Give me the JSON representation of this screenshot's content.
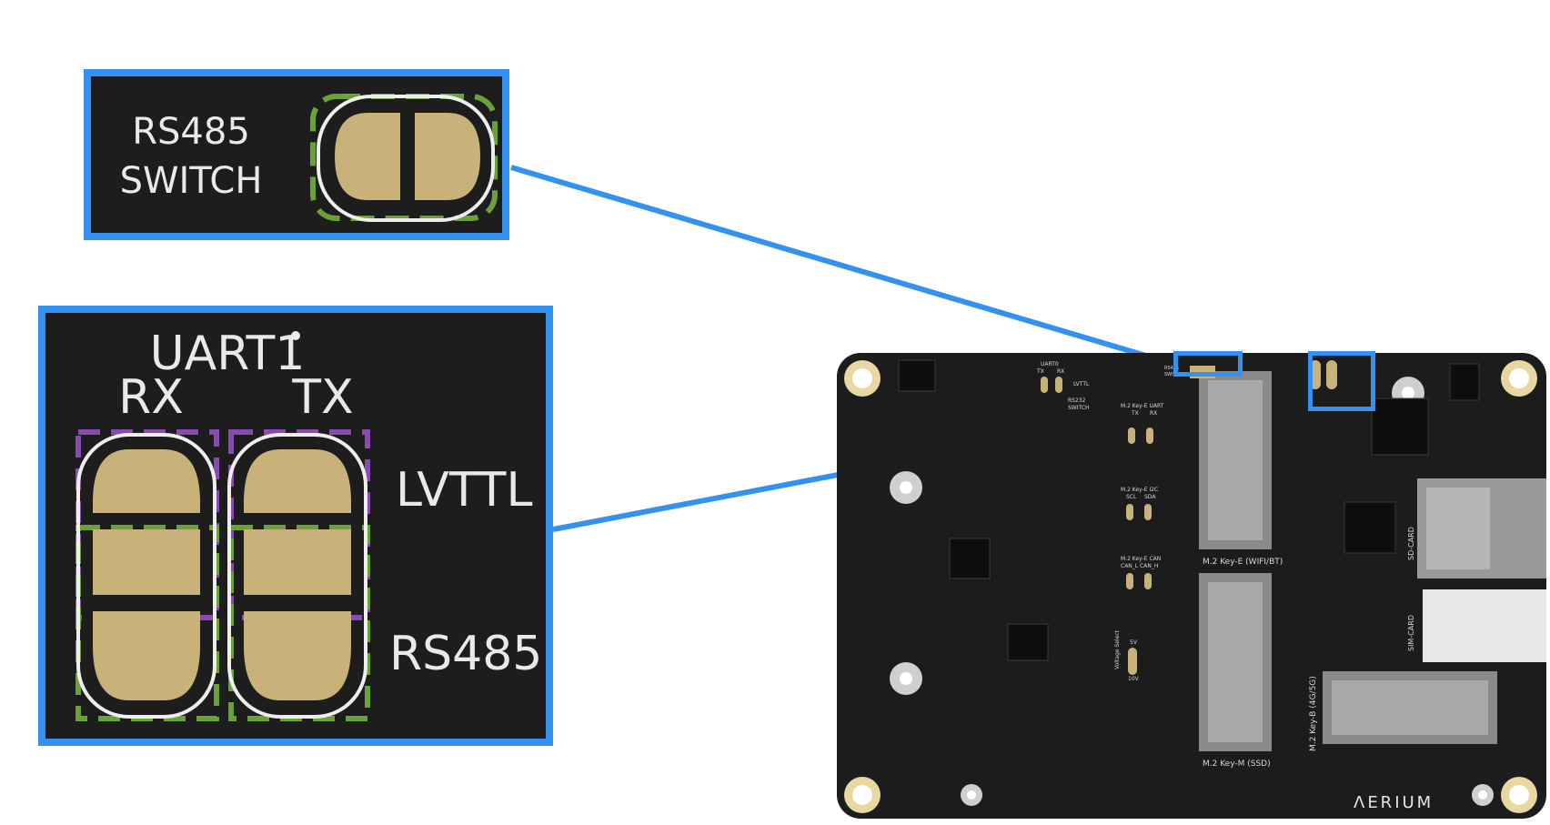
{
  "zoom_rs485": {
    "label_line1": "RS485",
    "label_line2": "SWITCH"
  },
  "zoom_uart": {
    "title": "UART1",
    "col_rx": "RX",
    "col_tx": "TX",
    "side_top": "LVTTL",
    "side_bottom": "RS485"
  },
  "board": {
    "brand": "ΛERIUM",
    "silk_rs485_switch_1": "RS485",
    "silk_rs485_switch_2": "SWITCH",
    "silk_uart0": "UART0",
    "silk_tx": "TX",
    "silk_rx": "RX",
    "silk_lvttl": "LVTTL",
    "silk_rs232_1": "RS232",
    "silk_rs232_2": "SWITCH",
    "silk_m2e_uart": "M.2 Key-E UART",
    "silk_m2e_uart_tx": "TX",
    "silk_m2e_uart_rx": "RX",
    "silk_m2e_i2c": "M.2 Key-E I2C",
    "silk_m2e_i2c_scl": "SCL",
    "silk_m2e_i2c_sda": "SDA",
    "silk_m2e_can": "M.2 Key-E CAN",
    "silk_m2e_can_pins": "CAN_L CAN_H",
    "silk_voltage_select": "Voltage Select",
    "silk_5v": "5V",
    "silk_10v": "10V",
    "silk_m2e_wifi": "M.2 Key-E (WIFI/BT)",
    "silk_m2m_ssd": "M.2 Key-M (SSD)",
    "silk_m2b": "M.2 Key-B (4G/5G)",
    "silk_sdcard": "SD-CARD",
    "silk_simcard": "SIM-CARD"
  },
  "colors": {
    "highlight": "#3392f0",
    "board": "#1c1c1c",
    "pad": "#c8b27a",
    "purple_outline": "#8a4bb0",
    "green_outline": "#6aa23a"
  }
}
